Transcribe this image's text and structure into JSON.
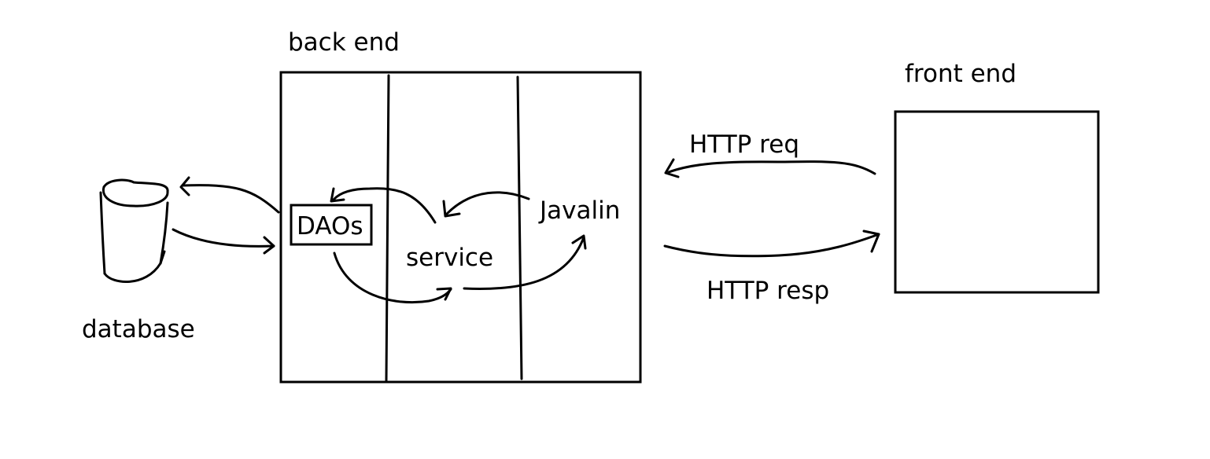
{
  "labels": {
    "back_end": "back end",
    "front_end": "front end",
    "database": "database",
    "daos": "DAOs",
    "service": "service",
    "javalin": "Javalin",
    "http_req": "HTTP req",
    "http_resp": "HTTP resp"
  },
  "colors": {
    "ink": "#000000",
    "background": "#ffffff"
  },
  "icons": {
    "database": "database-cylinder-icon"
  }
}
